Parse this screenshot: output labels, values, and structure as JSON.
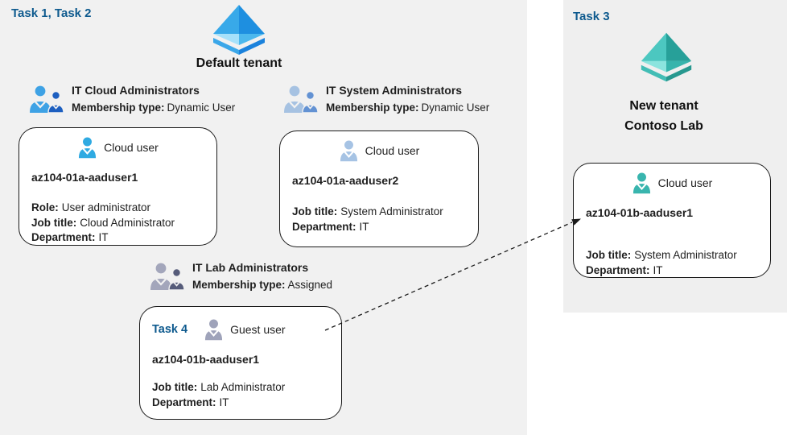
{
  "colors": {
    "left_background": "#f1f1f1",
    "right_panel_background": "#efefef",
    "task_label_blue": "#0e5a8e",
    "card_border": "#1a1a1a",
    "text": "#1f1f1f",
    "tenant_icon_blue": {
      "upper_left": "#38a9e9",
      "upper_right": "#1e8fe0",
      "lower_left": "#a6e1fa",
      "lower_right": "#4cb8ed",
      "base_left": "#3ba7e9",
      "base_right": "#1b82dc"
    },
    "tenant_icon_teal": {
      "upper_left": "#4cc7c0",
      "upper_right": "#27a099",
      "lower_left": "#8ce4de",
      "lower_right": "#38b4ac",
      "base_left": "#42bdb5",
      "base_right": "#27988f"
    },
    "group1_icon": {
      "big": "#3ea2e5",
      "small": "#1d5fc0"
    },
    "group2_icon": {
      "big": "#a6c2e2",
      "small": "#6392d3"
    },
    "group3_icon": {
      "big": "#a3a6bb",
      "small": "#565c7a"
    },
    "person_cloud_user1": "#2faae2",
    "person_cloud_user2": "#a6c3e4",
    "person_guest_user": "#9fa3ba",
    "person_cloud_user_teal": "#39b5ae"
  },
  "icons": {
    "default_tenant": "azure-tenant-pyramid-icon-blue",
    "new_tenant": "azure-tenant-pyramid-icon-teal",
    "group": "two-users-group-icon",
    "user": "person-icon",
    "arrow": "dashed-transfer-arrow"
  },
  "left": {
    "task_label": "Task 1, Task 2",
    "tenant_name": "Default tenant",
    "groups": [
      {
        "title": "IT Cloud Administrators",
        "membership_label": "Membership type:",
        "membership_value": "Dynamic User"
      },
      {
        "title": "IT System Administrators",
        "membership_label": "Membership type:",
        "membership_value": "Dynamic User"
      },
      {
        "title": "IT Lab Administrators",
        "membership_label": "Membership type:",
        "membership_value": "Assigned"
      }
    ],
    "cards": [
      {
        "user_type": "Cloud user",
        "username": "az104-01a-aaduser1",
        "attrs": [
          [
            "Role:",
            "User administrator"
          ],
          [
            "Job title:",
            "Cloud Administrator"
          ],
          [
            "Department:",
            "IT"
          ]
        ]
      },
      {
        "user_type": "Cloud user",
        "username": "az104-01a-aaduser2",
        "attrs": [
          [
            "Job title:",
            "System Administrator"
          ],
          [
            "Department:",
            "IT"
          ]
        ]
      },
      {
        "task_badge": "Task 4",
        "user_type": "Guest user",
        "username": "az104-01b-aaduser1",
        "attrs": [
          [
            "Job title:",
            "Lab Administrator"
          ],
          [
            "Department:",
            "IT"
          ]
        ]
      }
    ]
  },
  "right": {
    "task_label": "Task 3",
    "tenant_name_line1": "New tenant",
    "tenant_name_line2": "Contoso Lab",
    "card": {
      "user_type": "Cloud user",
      "username": "az104-01b-aaduser1",
      "attrs": [
        [
          "Job title:",
          "System Administrator"
        ],
        [
          "Department:",
          "IT"
        ]
      ]
    }
  }
}
